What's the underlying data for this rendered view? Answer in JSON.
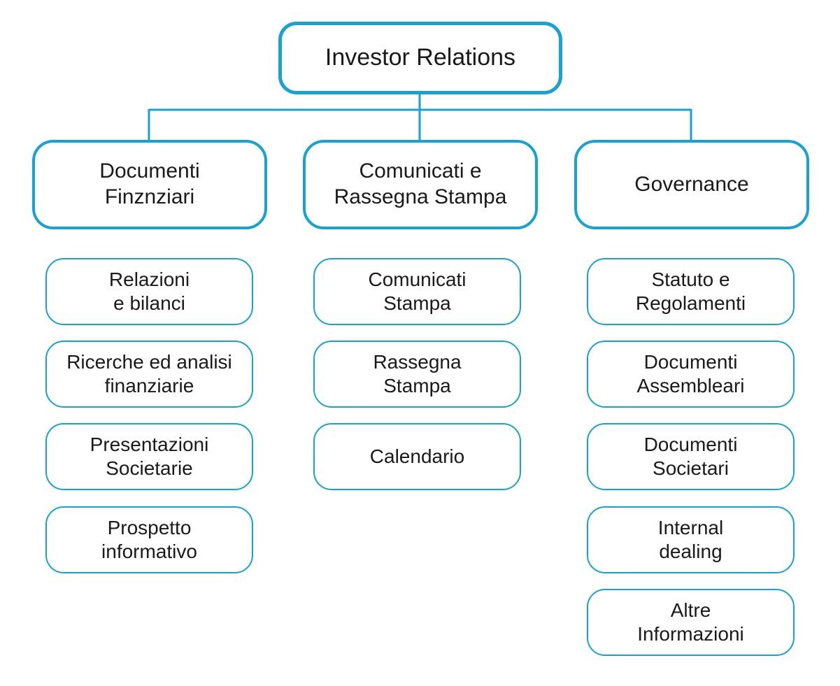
{
  "diagram": {
    "root": {
      "label": "Investor Relations"
    },
    "accent_color": "#17a2d1",
    "categories": [
      {
        "label": "Documenti\nFinznziari",
        "items": [
          {
            "label": "Relazioni\ne bilanci"
          },
          {
            "label": "Ricerche ed analisi\nfinanziarie"
          },
          {
            "label": "Presentazioni\nSocietarie"
          },
          {
            "label": "Prospetto\ninformativo"
          }
        ]
      },
      {
        "label": "Comunicati e\nRassegna Stampa",
        "items": [
          {
            "label": "Comunicati\nStampa"
          },
          {
            "label": "Rassegna\nStampa"
          },
          {
            "label": "Calendario"
          }
        ]
      },
      {
        "label": "Governance",
        "items": [
          {
            "label": "Statuto e\nRegolamenti"
          },
          {
            "label": "Documenti\nAssembleari"
          },
          {
            "label": "Documenti\nSocietari"
          },
          {
            "label": "Internal\ndealing"
          },
          {
            "label": "Altre\nInformazioni"
          }
        ]
      }
    ]
  }
}
